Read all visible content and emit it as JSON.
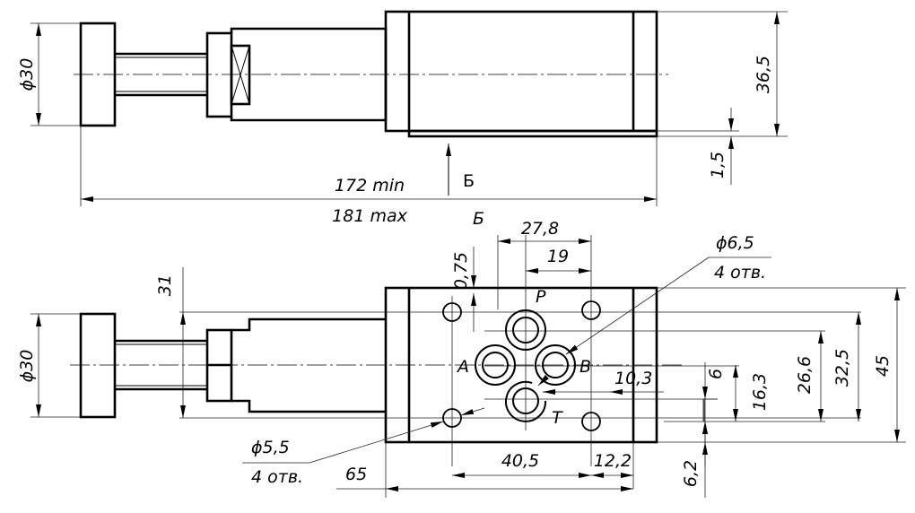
{
  "drawing": {
    "title": "Pressure valve — modular mounting, dimensional drawing",
    "views": {
      "side_view": {
        "knob_diameter": "ϕ30",
        "body_height": "36,5",
        "base_offset": "1,5",
        "length_min": "172 min",
        "length_max": "181 max",
        "view_arrow_label": "Б"
      },
      "bottom_view": {
        "view_label": "Б",
        "knob_diameter": "ϕ30",
        "neck_height": "31",
        "offset_top": "0,75",
        "dim_27_8": "27,8",
        "dim_19": "19",
        "large_hole": "ϕ6,5",
        "large_hole_count": "4 отв.",
        "small_hole": "ϕ5,5",
        "small_hole_count": "4 отв.",
        "dim_10_3": "10,3",
        "dim_6": "6",
        "dim_16_3": "16,3",
        "dim_26_6": "26,6",
        "dim_32_5": "32,5",
        "dim_45": "45",
        "dim_6_2": "6,2",
        "dim_65": "65",
        "dim_40_5": "40,5",
        "dim_12_2": "12,2",
        "ports": [
          "P",
          "A",
          "B",
          "T"
        ]
      }
    }
  }
}
